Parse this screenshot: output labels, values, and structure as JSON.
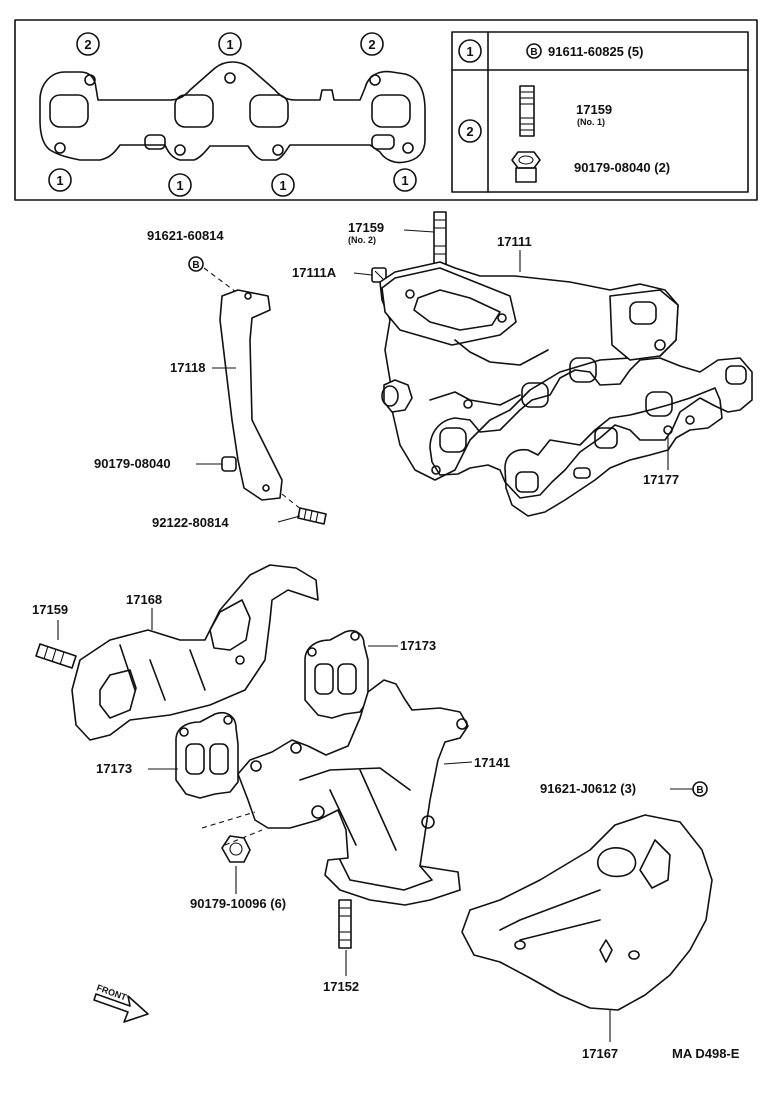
{
  "legend": {
    "row1": {
      "num": "1",
      "symbol": "B",
      "part": "91611-60825 (5)"
    },
    "row2": {
      "num": "2",
      "part_a": "17159",
      "part_a_note": "(No. 1)",
      "part_b": "90179-08040 (2)"
    }
  },
  "gasket_callouts": {
    "top_left": "2",
    "top_center": "1",
    "top_right": "2",
    "bottom": [
      "1",
      "1",
      "1",
      "1"
    ]
  },
  "parts": {
    "p17159_no2": "17159",
    "p17159_no2_note": "(No. 2)",
    "p17111": "17111",
    "p17111A": "17111A",
    "p91621_60814": "91621-60814",
    "p91621_60814_sym": "B",
    "p17118": "17118",
    "p90179_08040": "90179-08040",
    "p92122_80814": "92122-80814",
    "p17177": "17177",
    "p17159_left": "17159",
    "p17168": "17168",
    "p17173_right": "17173",
    "p17173_left": "17173",
    "p17141": "17141",
    "p91621_J0612": "91621-J0612 (3)",
    "p91621_J0612_sym": "B",
    "p90179_10096": "90179-10096 (6)",
    "p17152": "17152",
    "p17167": "17167"
  },
  "front_label": "FRONT",
  "diagram_code": "MA D498-E"
}
